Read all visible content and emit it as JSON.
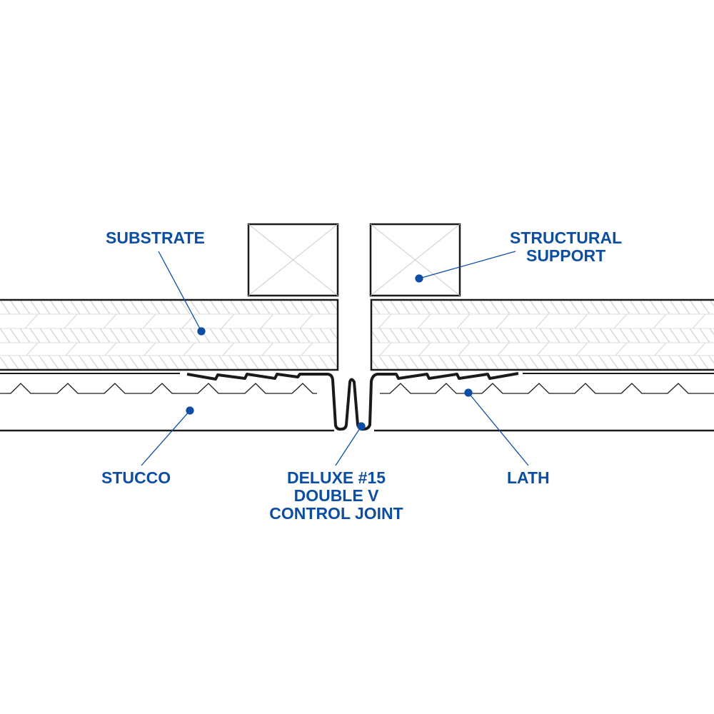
{
  "title": "Deluxe #15 Double V Control Joint detail",
  "colors": {
    "label": "#0d4ea3",
    "line": "#1a1a1a",
    "hatch": "#d0d0d0"
  },
  "labels": {
    "substrate": "SUBSTRATE",
    "structural_support_1": "STRUCTURAL",
    "structural_support_2": "SUPPORT",
    "stucco": "STUCCO",
    "joint_1": "DELUXE #15",
    "joint_2": "DOUBLE V",
    "joint_3": "CONTROL JOINT",
    "lath": "LATH"
  }
}
